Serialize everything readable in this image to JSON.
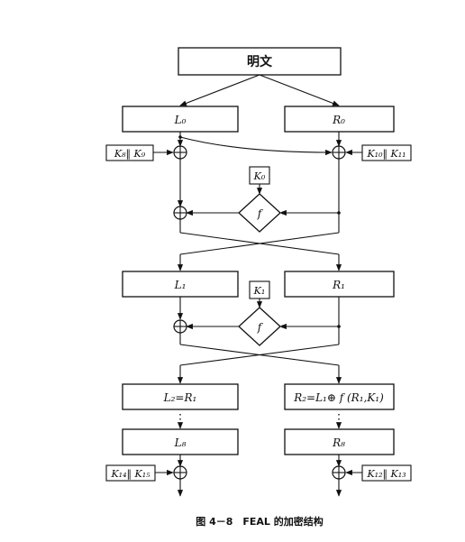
{
  "plaintext": "明文",
  "round0": {
    "left": "L₀",
    "right": "R₀",
    "key_left": "K₈‖ K₉",
    "key_right": "K₁₀‖ K₁₁",
    "subkey": "K₀",
    "func": "f"
  },
  "round1": {
    "left": "L₁",
    "right": "R₁",
    "subkey": "K₁",
    "func": "f"
  },
  "round2": {
    "left": "L₂=R₁",
    "right": "R₂=L₁⊕ f (R₁,K₁)"
  },
  "ellipsis": "⋮",
  "round8": {
    "left": "L₈",
    "right": "R₈",
    "key_left": "K₁₄‖ K₁₅",
    "key_right": "K₁₂‖ K₁₃"
  },
  "caption": "图 4－8　FEAL 的加密结构"
}
